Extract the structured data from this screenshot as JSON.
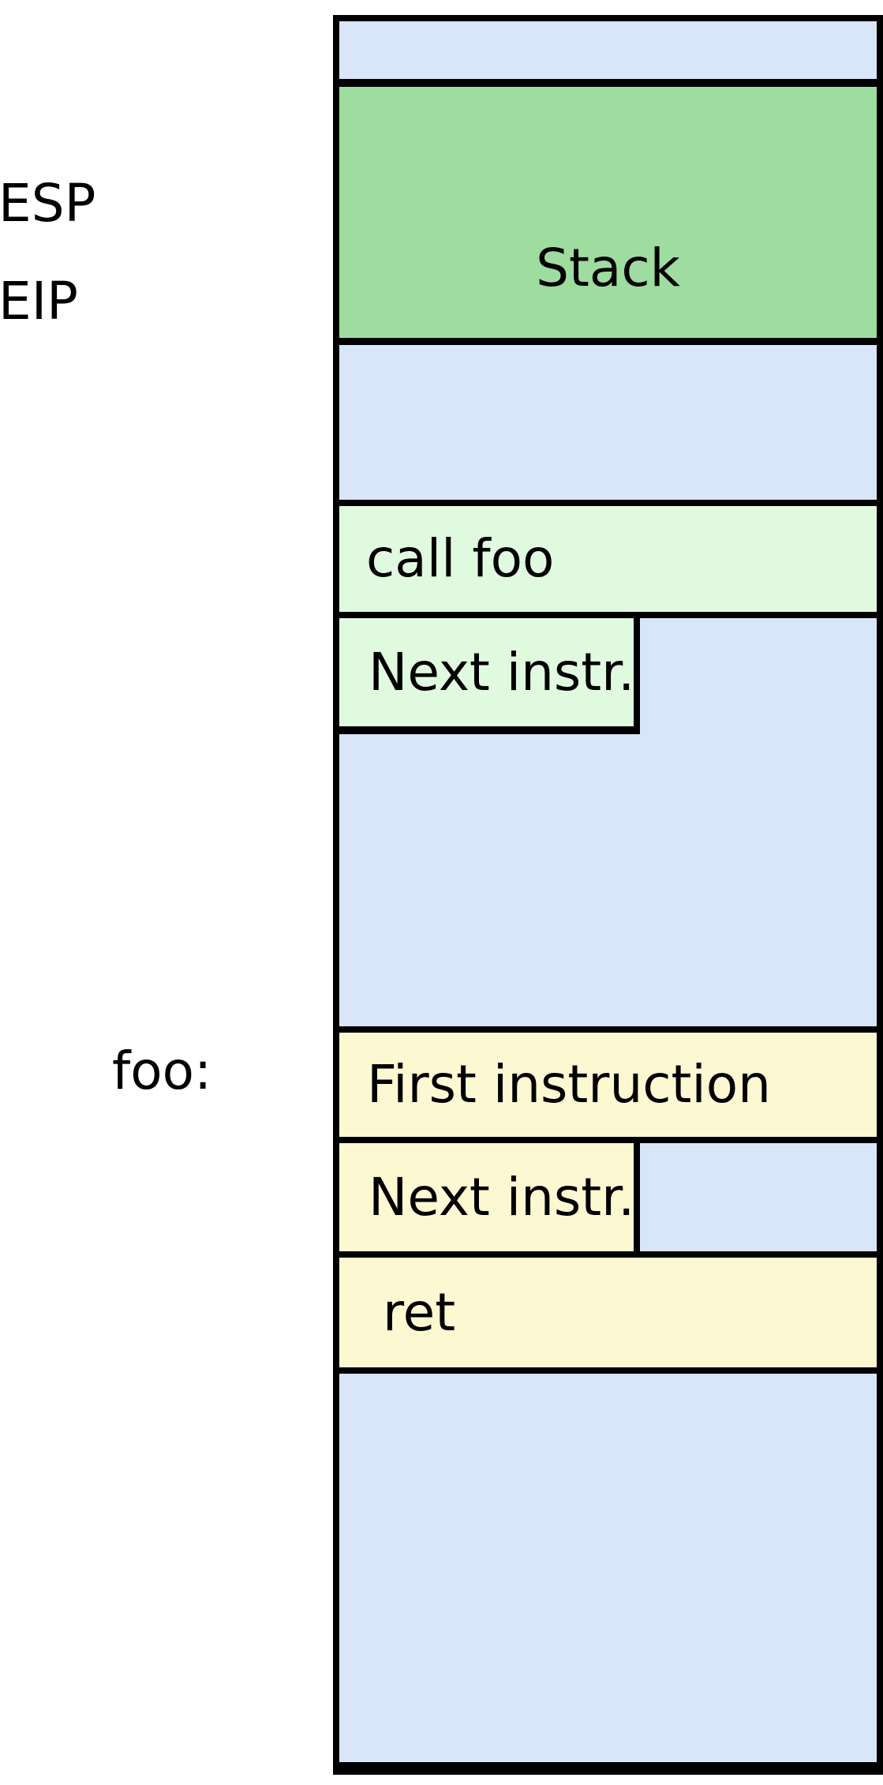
{
  "labels": {
    "esp": "ESP",
    "eip": "EIP",
    "foo": "foo:",
    "stack": "Stack",
    "call_foo": "call foo",
    "next_instr_after_call": "Next instr.",
    "first_instruction": "First instruction",
    "next_instr_in_foo": "Next instr.",
    "ret": "ret"
  },
  "colors": {
    "page-bg": "#ffffff",
    "border": "#000000",
    "text": "#000000",
    "memory-blue": "#d9e6fa",
    "stack-green": "#9edc9f",
    "code-green": "#e0fae0",
    "code-yellow": "#fcf8d2"
  }
}
